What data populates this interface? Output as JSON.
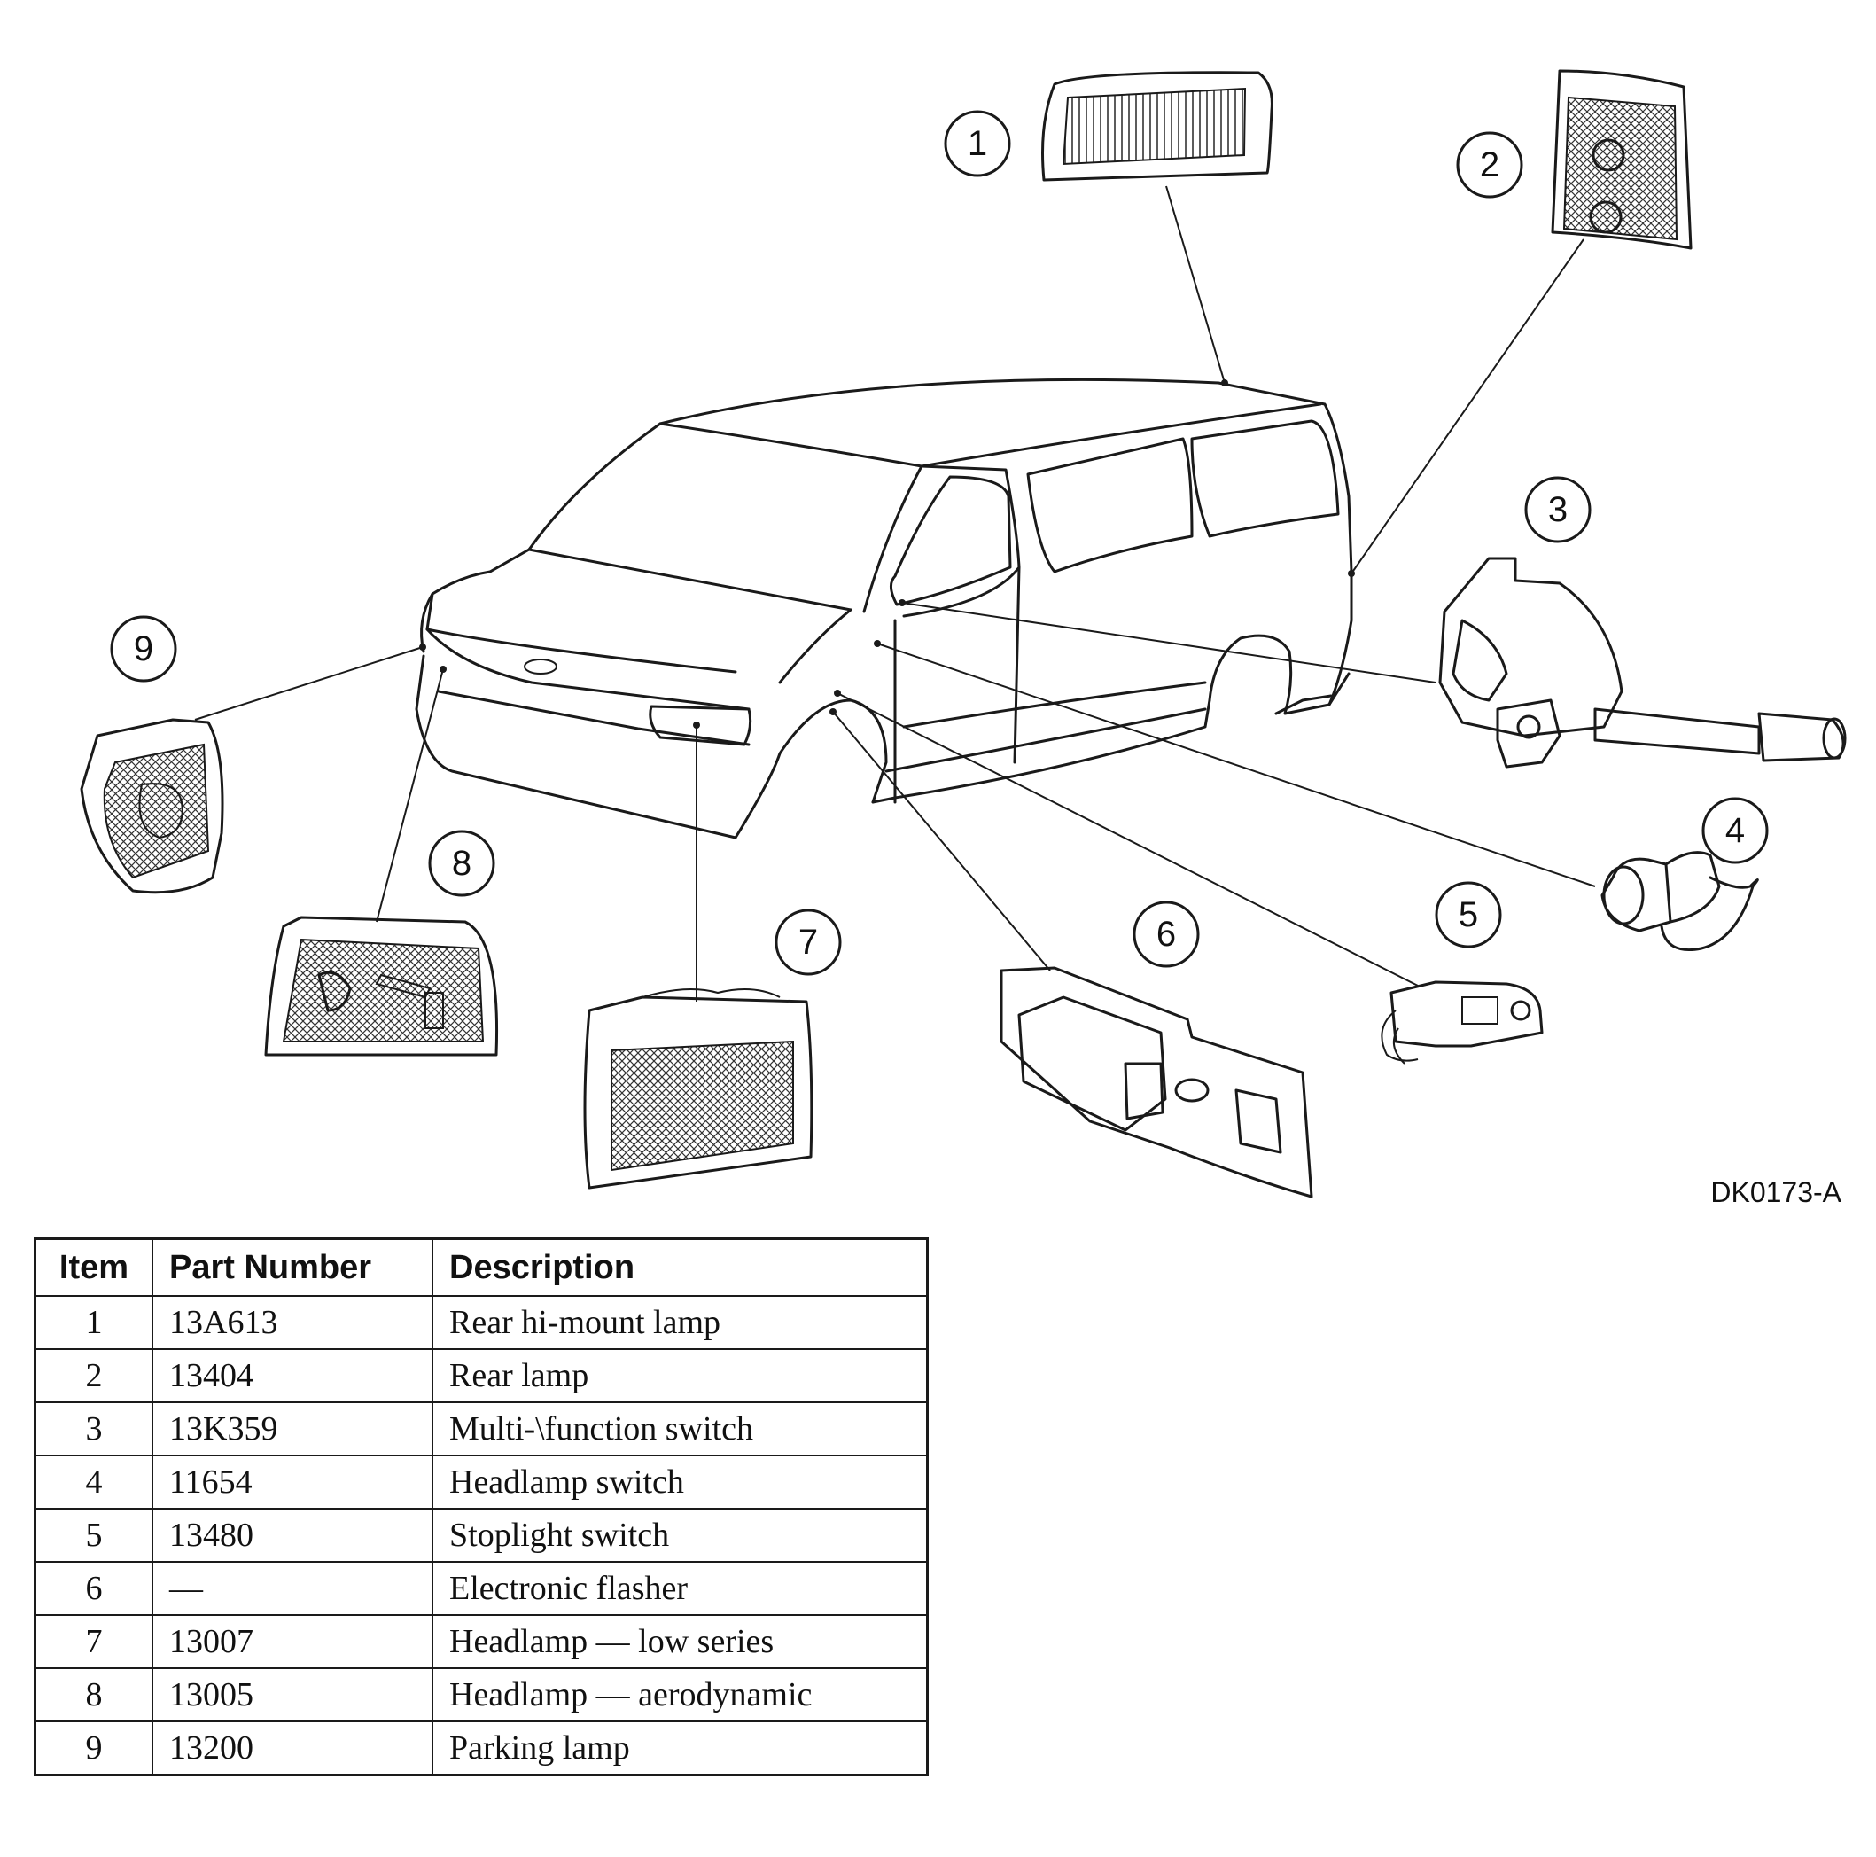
{
  "figure_id": "DK0173-A",
  "callouts": [
    "1",
    "2",
    "3",
    "4",
    "5",
    "6",
    "7",
    "8",
    "9"
  ],
  "table": {
    "headers": [
      "Item",
      "Part Number",
      "Description"
    ],
    "rows": [
      {
        "item": "1",
        "part": "13A613",
        "desc": "Rear hi-mount lamp"
      },
      {
        "item": "2",
        "part": "13404",
        "desc": "Rear lamp"
      },
      {
        "item": "3",
        "part": "13K359",
        "desc": "Multi-\\function switch"
      },
      {
        "item": "4",
        "part": "11654",
        "desc": "Headlamp switch"
      },
      {
        "item": "5",
        "part": "13480",
        "desc": "Stoplight switch"
      },
      {
        "item": "6",
        "part": "—",
        "desc": "Electronic flasher"
      },
      {
        "item": "7",
        "part": "13007",
        "desc": "Headlamp — low series"
      },
      {
        "item": "8",
        "part": "13005",
        "desc": "Headlamp — aerodynamic"
      },
      {
        "item": "9",
        "part": "13200",
        "desc": "Parking lamp"
      }
    ]
  }
}
